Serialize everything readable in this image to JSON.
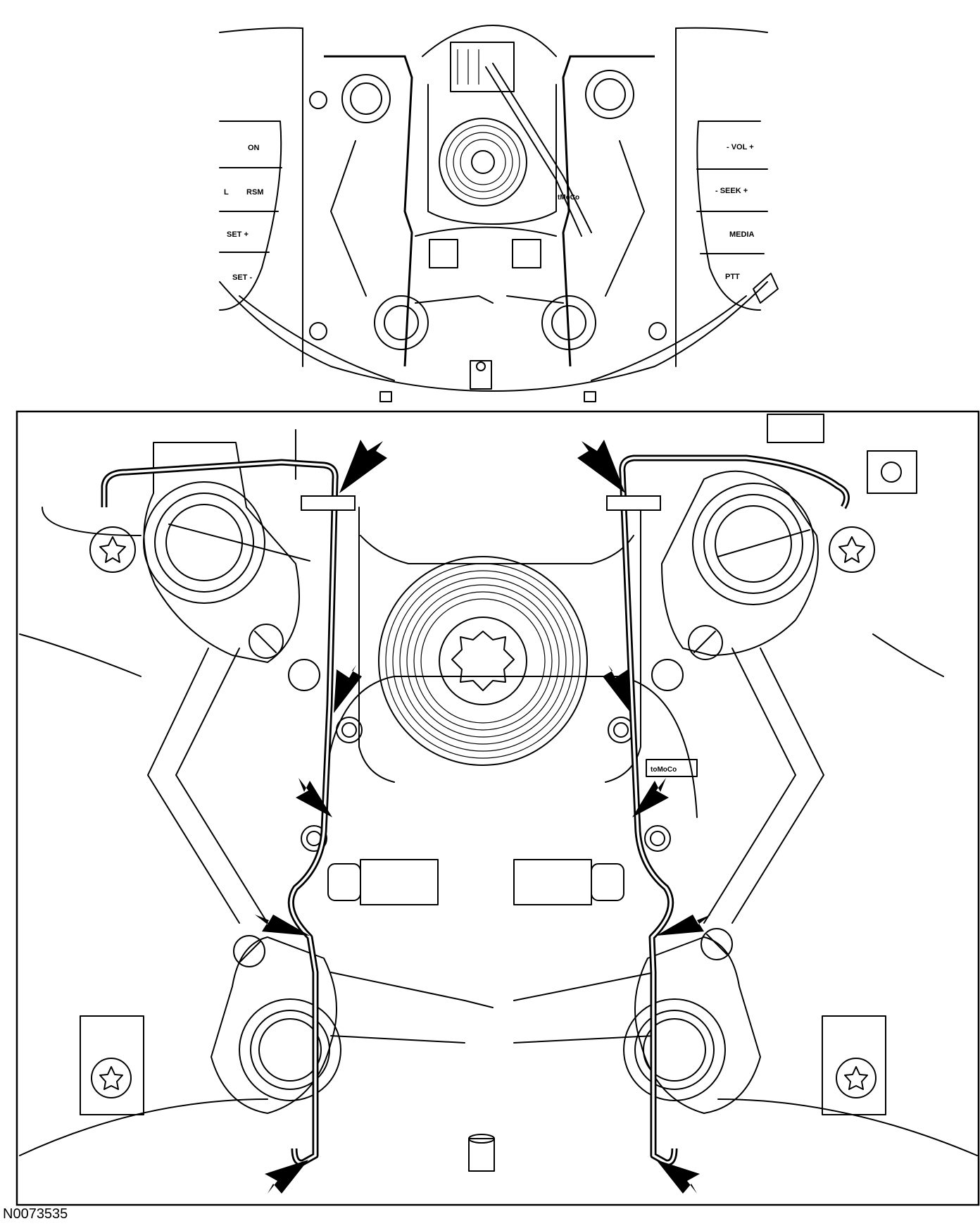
{
  "figure": {
    "id": "N0073535",
    "left_switch_labels": [
      "ON",
      "RSM",
      "SET +",
      "SET -"
    ],
    "left_switch_partial": "L",
    "right_switch_labels": [
      "- VOL +",
      "- SEEK +",
      "MEDIA",
      "PTT"
    ],
    "brand_mark_top": "tMoCo",
    "brand_mark_detail": "toMoCo",
    "arrow_count": 10
  }
}
